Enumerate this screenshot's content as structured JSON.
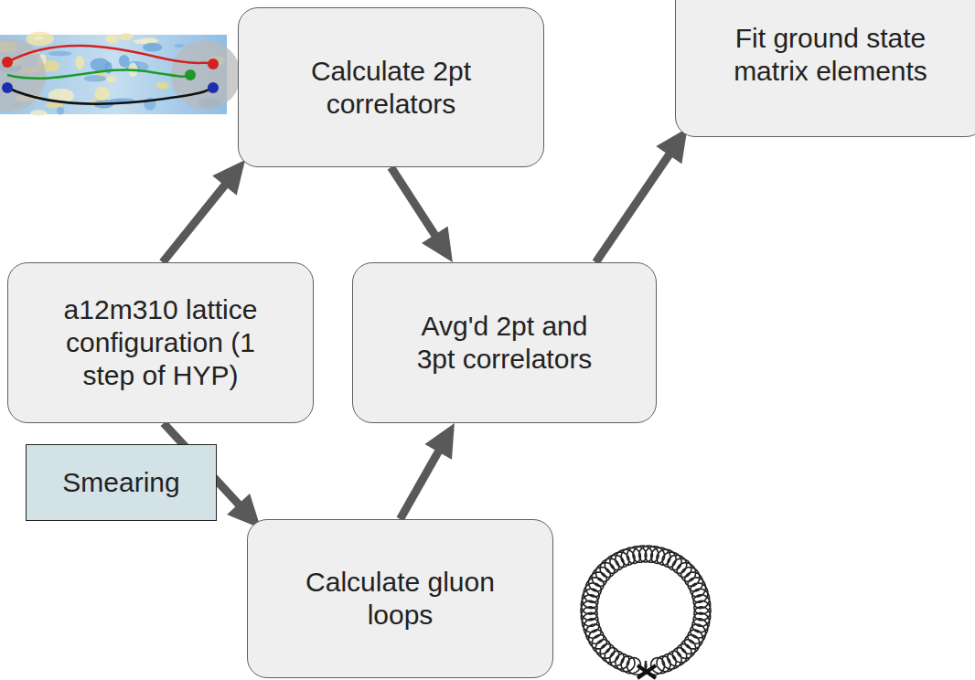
{
  "diagram": {
    "nodes": [
      {
        "text": [
          "Calculate 2pt correlators"
        ]
      },
      {
        "text": [
          "Fit ground state matrix elements"
        ]
      },
      {
        "text": [
          "a12m310 lattice configuration (1 step of HYP)"
        ]
      },
      {
        "text": [
          "Avg'd 2pt and 3pt correlators"
        ]
      },
      {
        "text": [
          "Calculate gluon loops"
        ]
      }
    ],
    "edges": [
      {
        "from": 2,
        "to": 0,
        "arrow": "to"
      },
      {
        "from": 0,
        "to": 3,
        "arrow": "to"
      },
      {
        "from": 3,
        "to": 1,
        "arrow": "to"
      },
      {
        "from": 2,
        "to": 4,
        "arrow": "to",
        "label": "Smearing"
      },
      {
        "from": 4,
        "to": 3,
        "arrow": "to"
      }
    ]
  }
}
